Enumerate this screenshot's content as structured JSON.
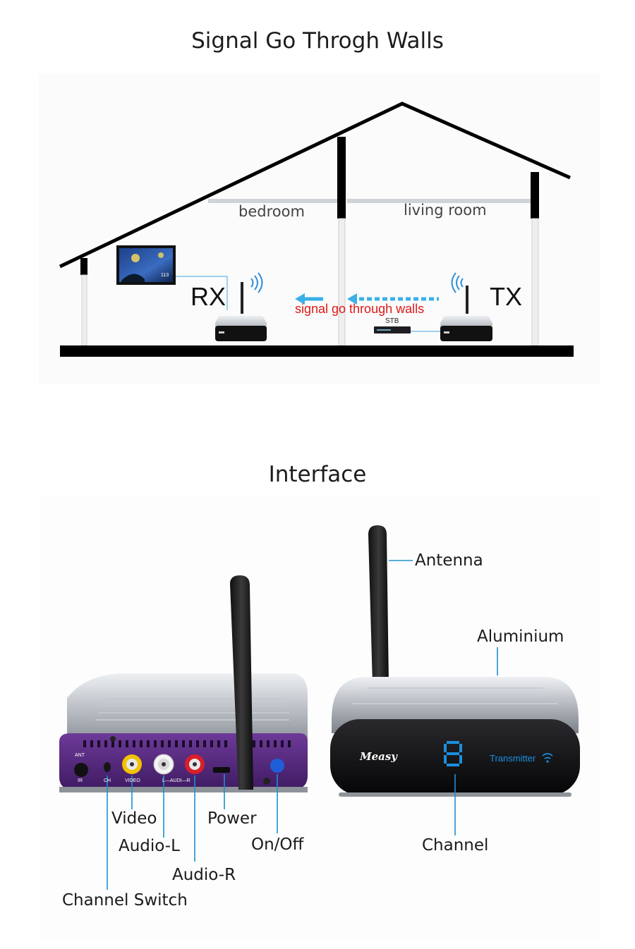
{
  "section1": {
    "title": "Signal Go Throgh Walls",
    "rooms": {
      "bedroom": "bedroom",
      "living_room": "living room"
    },
    "rx_label": "RX",
    "tx_label": "TX",
    "signal_text": "signal go through walls",
    "stb_label": "STB",
    "tv_screen_number": "113"
  },
  "section2": {
    "title": "Interface",
    "callouts": {
      "antenna": "Antenna",
      "aluminium": "Aluminium",
      "channel": "Channel",
      "video": "Video",
      "power": "Power",
      "audio_l": "Audio-L",
      "on_off": "On/Off",
      "audio_r": "Audio-R",
      "channel_switch": "Channel Switch"
    },
    "panel_text": {
      "ant": "ANT",
      "ir": "IR",
      "ch": "CH",
      "video": "VIDEO",
      "audio": "L—AUDI—R"
    },
    "brand": "Measy",
    "channel_digit": "8",
    "device_label": "Transmitter"
  },
  "colors": {
    "callout_line": "#1e90d0",
    "signal_text": "#e01818",
    "signal_arrow": "#3ab0e8",
    "panel_purple": "#5b2a86",
    "digit_blue": "#1a8fe0"
  }
}
